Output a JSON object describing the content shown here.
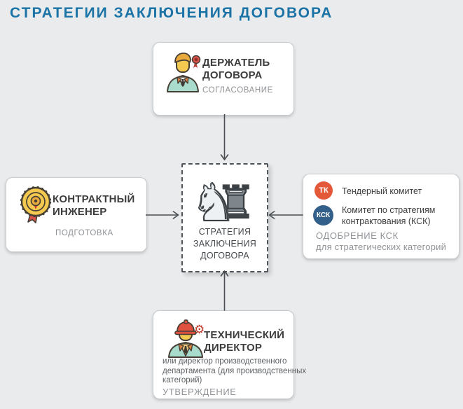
{
  "page": {
    "title": "СТРАТЕГИИ ЗАКЛЮЧЕНИЯ ДОГОВОРА"
  },
  "colors": {
    "title": "#1c73a6",
    "background": "#e9ebed",
    "card": "#ffffff",
    "tk_badge": "#e4583a",
    "ksk_badge": "#33608b",
    "stage_text": "#8f9397",
    "arrow": "#4a4e52"
  },
  "nodes": {
    "holder": {
      "icon": "businessman-award-icon",
      "title_line1": "ДЕРЖАТЕЛЬ",
      "title_line2": "ДОГОВОРА",
      "stage": "СОГЛАСОВАНИЕ"
    },
    "engineer": {
      "icon": "medal-icon",
      "title_line1": "КОНТРАКТНЫЙ",
      "title_line2": "ИНЖЕНЕР",
      "stage": "ПОДГОТОВКА"
    },
    "strategy": {
      "icon": "chess-pieces-icon",
      "line1": "СТРАТЕГИЯ",
      "line2": "ЗАКЛЮЧЕНИЯ",
      "line3": "ДОГОВОРА"
    },
    "committees": {
      "tk_badge": "ТК",
      "tk_label": "Тендерный комитет",
      "ksk_badge": "КСК",
      "ksk_label_line1": "Комитет по стратегиям",
      "ksk_label_line2": "контрактования (КСК)",
      "stage_line1": "ОДОБРЕНИЕ КСК",
      "stage_line2": "для стратегических категорий"
    },
    "director": {
      "icon": "engineer-helmet-icon",
      "title_line1": "ТЕХНИЧЕСКИЙ",
      "title_line2": "ДИРЕКТОР",
      "note_line1": "или директор производственного",
      "note_line2": "департамента (для производственных",
      "note_line3": "категорий)",
      "stage": "УТВЕРЖДЕНИЕ"
    }
  }
}
